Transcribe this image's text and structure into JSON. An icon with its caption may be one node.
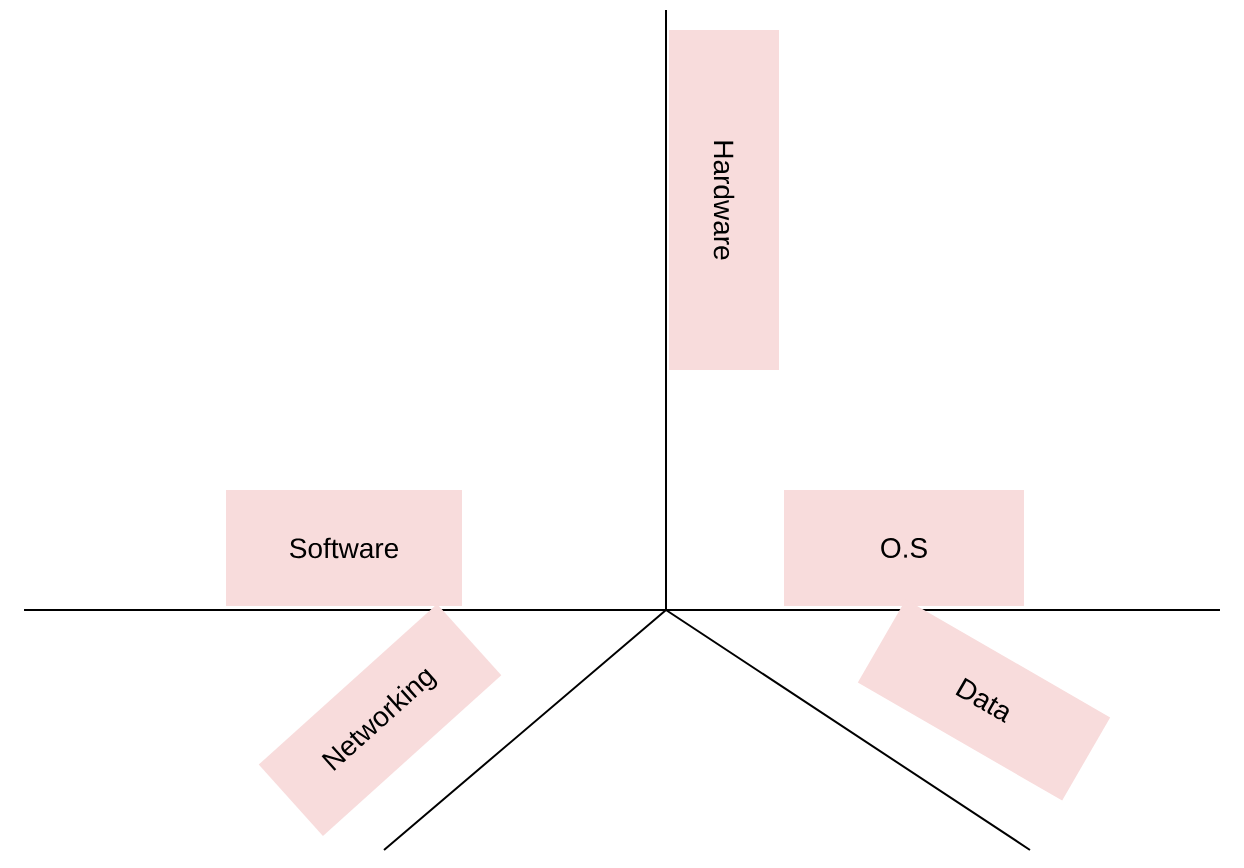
{
  "diagram": {
    "nodes": [
      {
        "text": [
          "Hardware"
        ]
      },
      {
        "text": [
          "Software"
        ]
      },
      {
        "text": [
          "O.S"
        ]
      },
      {
        "text": [
          "Networking"
        ]
      },
      {
        "text": [
          "Data"
        ]
      }
    ]
  }
}
